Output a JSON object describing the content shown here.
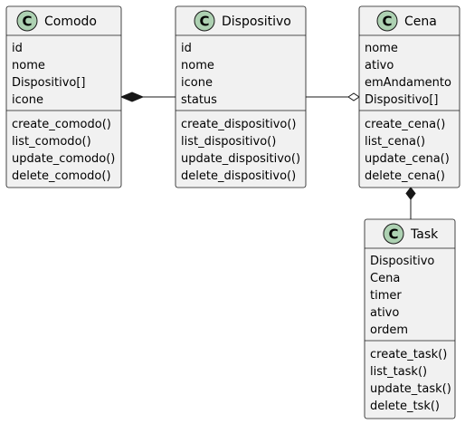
{
  "diagram": {
    "type": "uml-class-diagram",
    "colors": {
      "box_fill": "#f1f1f1",
      "border": "#181818",
      "class_badge": "#add1b2",
      "background": "#ffffff"
    },
    "classes": [
      {
        "id": "comodo",
        "badge": "C",
        "name": "Comodo",
        "attributes": [
          "id",
          "nome",
          "Dispositivo[]",
          "icone"
        ],
        "methods": [
          "create_comodo()",
          "list_comodo()",
          "update_comodo()",
          "delete_comodo()"
        ]
      },
      {
        "id": "dispositivo",
        "badge": "C",
        "name": "Dispositivo",
        "attributes": [
          "id",
          "nome",
          "icone",
          "status"
        ],
        "methods": [
          "create_dispositivo()",
          "list_dispositivo()",
          "update_dispositivo()",
          "delete_dispositivo()"
        ]
      },
      {
        "id": "cena",
        "badge": "C",
        "name": "Cena",
        "attributes": [
          "nome",
          "ativo",
          "emAndamento",
          "Dispositivo[]"
        ],
        "methods": [
          "create_cena()",
          "list_cena()",
          "update_cena()",
          "delete_cena()"
        ]
      },
      {
        "id": "task",
        "badge": "C",
        "name": "Task",
        "attributes": [
          "Dispositivo",
          "Cena",
          "timer",
          "ativo",
          "ordem"
        ],
        "methods": [
          "create_task()",
          "list_task()",
          "update_task()",
          "delete_tsk()"
        ]
      }
    ],
    "relations": [
      {
        "from": "comodo",
        "to": "dispositivo",
        "kind": "composition",
        "diamond_at": "comodo"
      },
      {
        "from": "dispositivo",
        "to": "cena",
        "kind": "aggregation",
        "diamond_at": "cena"
      },
      {
        "from": "cena",
        "to": "task",
        "kind": "composition",
        "diamond_at": "cena"
      }
    ]
  }
}
